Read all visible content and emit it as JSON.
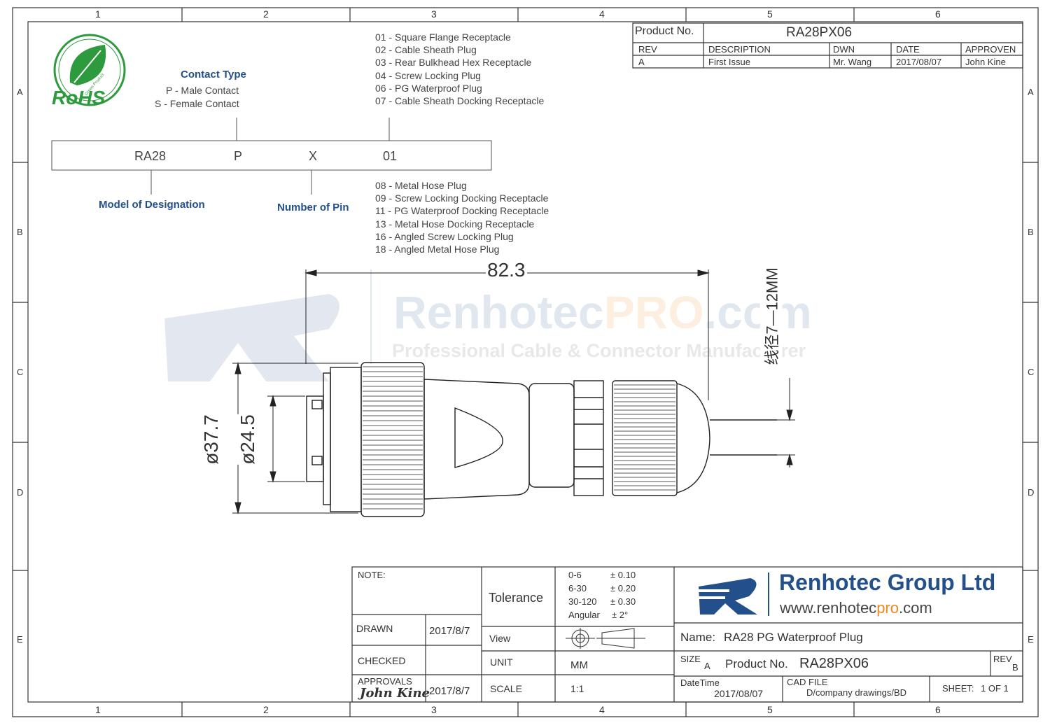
{
  "frame": {
    "cols": [
      "1",
      "2",
      "3",
      "4",
      "5",
      "6"
    ],
    "rows": [
      "A",
      "B",
      "C",
      "D",
      "E"
    ]
  },
  "rohs": {
    "text": "RoHS",
    "ring_text": "Green Product"
  },
  "contact_type": {
    "title": "Contact Type",
    "items": [
      "P - Male Contact",
      "S - Female Contact"
    ]
  },
  "types_top": [
    "01 - Square Flange Receptacle",
    "02 - Cable Sheath Plug",
    "03 - Rear Bulkhead Hex Receptacle",
    "04 - Screw Locking Plug",
    "06 - PG Waterproof Plug",
    "07 - Cable Sheath Docking Receptacle"
  ],
  "types_bottom": [
    "08 - Metal Hose Plug",
    "09 - Screw Locking Docking Receptacle",
    "11 - PG Waterproof Docking Receptacle",
    "13 - Metal Hose Docking Receptacle",
    "16 - Angled Screw Locking Plug",
    "18 - Angled Metal Hose Plug"
  ],
  "designation": {
    "parts": [
      "RA28",
      "P",
      "X",
      "01"
    ],
    "model_label": "Model of Designation",
    "pin_label": "Number of Pin"
  },
  "revision_block": {
    "product_label": "Product No.",
    "product_value": "RA28PX06",
    "headers": [
      "REV",
      "DESCRIPTION",
      "DWN",
      "DATE",
      "APPROVEN"
    ],
    "row": [
      "A",
      "First Issue",
      "Mr. Wang",
      "2017/08/07",
      "John Kine"
    ]
  },
  "watermark": {
    "brand_a": "Renhotec",
    "brand_b": "PRO",
    "brand_c": ".com",
    "tagline": "Professional Cable & Connector Manufacturer"
  },
  "dimensions": {
    "length": "82.3",
    "outer_dia": "ø37.7",
    "inner_dia": "ø24.5",
    "cable_range": "线径7—12MM"
  },
  "title_block": {
    "note_label": "NOTE:",
    "drawn_label": "DRAWN",
    "drawn_date": "2017/8/7",
    "checked_label": "CHECKED",
    "approvals_label": "APPROVALS",
    "approvals_signature": "John Kine",
    "approvals_date": "2017/8/7",
    "tolerance_label": "Tolerance",
    "tolerances": [
      {
        "range": "0-6",
        "value": "± 0.10"
      },
      {
        "range": "6-30",
        "value": "± 0.20"
      },
      {
        "range": "30-120",
        "value": "± 0.30"
      },
      {
        "range": "Angular",
        "value": "± 2°"
      }
    ],
    "view_label": "View",
    "unit_label": "UNIT",
    "unit_value": "MM",
    "scale_label": "SCALE",
    "scale_value": "1:1",
    "company_name": "Renhotec Group Ltd",
    "website_a": "www.renhotec",
    "website_b": "pro",
    "website_c": ".com",
    "name_label": "Name:",
    "name_value": "RA28  PG Waterproof Plug",
    "size_label": "SIZE",
    "size_value": "A",
    "product_label": "Product No.",
    "product_value": "RA28PX06",
    "rev_label": "REV",
    "rev_value": "B",
    "datetime_label": "DateTime",
    "datetime_value": "2017/08/07",
    "cad_label": "CAD FILE",
    "cad_value": "D/company drawings/BD",
    "sheet_label": "SHEET:",
    "sheet_value": "1 OF  1"
  },
  "colors": {
    "brand_blue": "#23508a",
    "brand_orange": "#f08a1c",
    "rohs_green": "#2e9a3e",
    "line": "#333333"
  }
}
